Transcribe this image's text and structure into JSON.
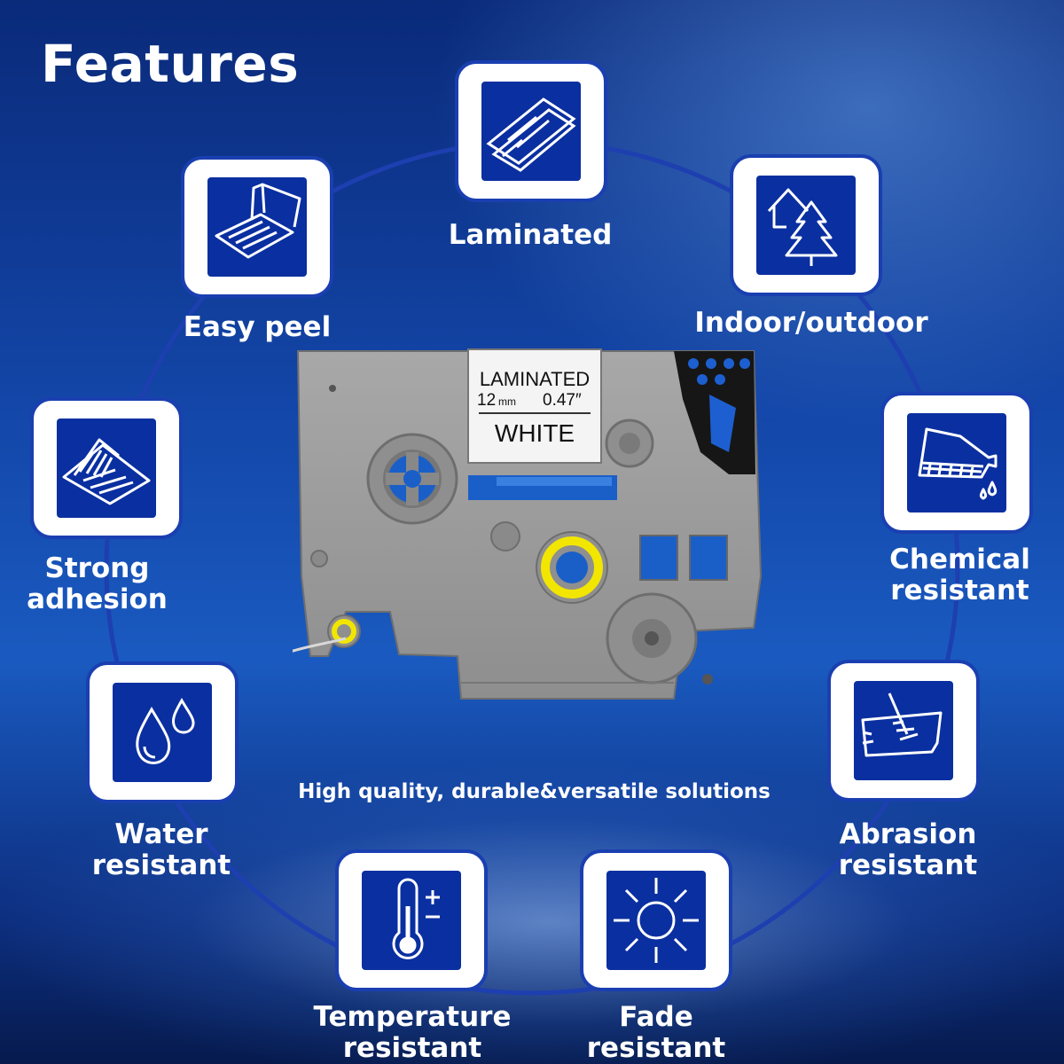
{
  "title": "Features",
  "tagline": "High quality, durable&versatile solutions",
  "features": [
    {
      "label": "Laminated",
      "icon": "laminated-sheet-icon"
    },
    {
      "label": "Indoor/outdoor",
      "icon": "house-tree-icon"
    },
    {
      "label": "Chemical resistant",
      "icon": "chemical-pour-icon"
    },
    {
      "label": "Abrasion resistant",
      "icon": "abrasion-scratch-icon"
    },
    {
      "label": "Fade resistant",
      "icon": "sun-icon"
    },
    {
      "label": "Temperature resistant",
      "icon": "thermometer-icon"
    },
    {
      "label": "Water resistant",
      "icon": "water-drops-icon"
    },
    {
      "label": "Strong adhesion",
      "icon": "adhesive-label-icon"
    },
    {
      "label": "Easy peel",
      "icon": "peel-label-icon"
    }
  ],
  "product": {
    "type": "LAMINATED",
    "width_mm": "12",
    "unit_mm": "mm",
    "width_in": "0.47″",
    "color": "WHITE"
  },
  "colors": {
    "tile_border": "#1a3fb0",
    "icon_bg": "#0a2fa0",
    "cassette_gray": "#9c9c9c",
    "spool_yellow": "#f2e600"
  }
}
